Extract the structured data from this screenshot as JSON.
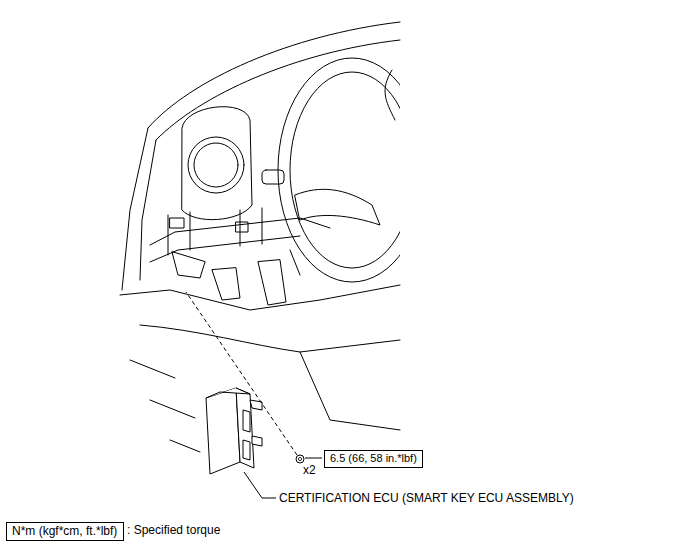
{
  "diagram": {
    "nodes": [
      {
        "text": [
          "6.5 (66, 58 in.*lbf)"
        ]
      },
      {
        "text": [
          "N*m (kgf*cm, ft.*lbf)"
        ]
      }
    ],
    "labels": [
      "x2",
      "CERTIFICATION ECU (SMART KEY ECU ASSEMBLY)"
    ],
    "legend": [
      {
        "text": ": Specified torque"
      }
    ]
  }
}
